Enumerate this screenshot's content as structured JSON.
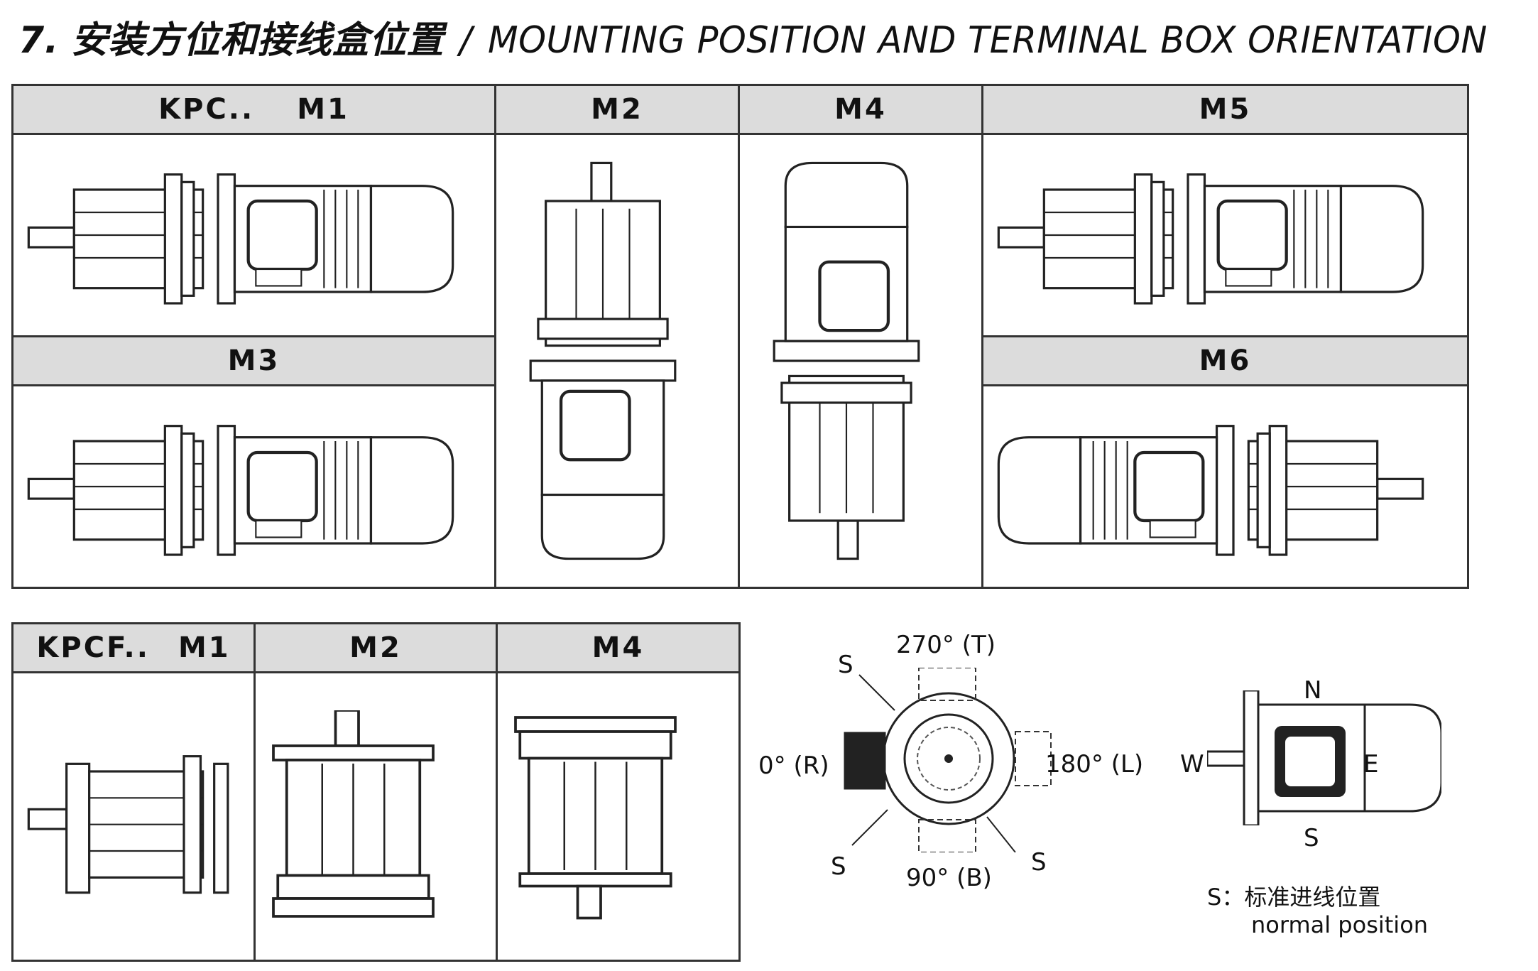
{
  "title": {
    "number": "7.",
    "zh": "安装方位和接线盒位置",
    "separator": "/",
    "en": "MOUNTING POSITION AND TERMINAL BOX ORIENTATION"
  },
  "kpc_table": {
    "code": "KPC..",
    "headers": [
      "M1",
      "M2",
      "M4",
      "M5"
    ],
    "mid_headers": {
      "m3": "M3",
      "m6": "M6"
    }
  },
  "kpcf_table": {
    "code": "KPCF..",
    "headers": [
      "M1",
      "M2",
      "M4"
    ]
  },
  "orientation_diagram": {
    "top": "270°  (T)",
    "left": "0°  (R)",
    "right": "180°  (L)",
    "bottom": "90°  (B)",
    "s_marks": [
      "S",
      "S",
      "S"
    ]
  },
  "compass_diagram": {
    "north": "N",
    "south": "S",
    "east": "E",
    "west": "W"
  },
  "legend": {
    "zh": "S：标准进线位置",
    "en": "normal position"
  }
}
